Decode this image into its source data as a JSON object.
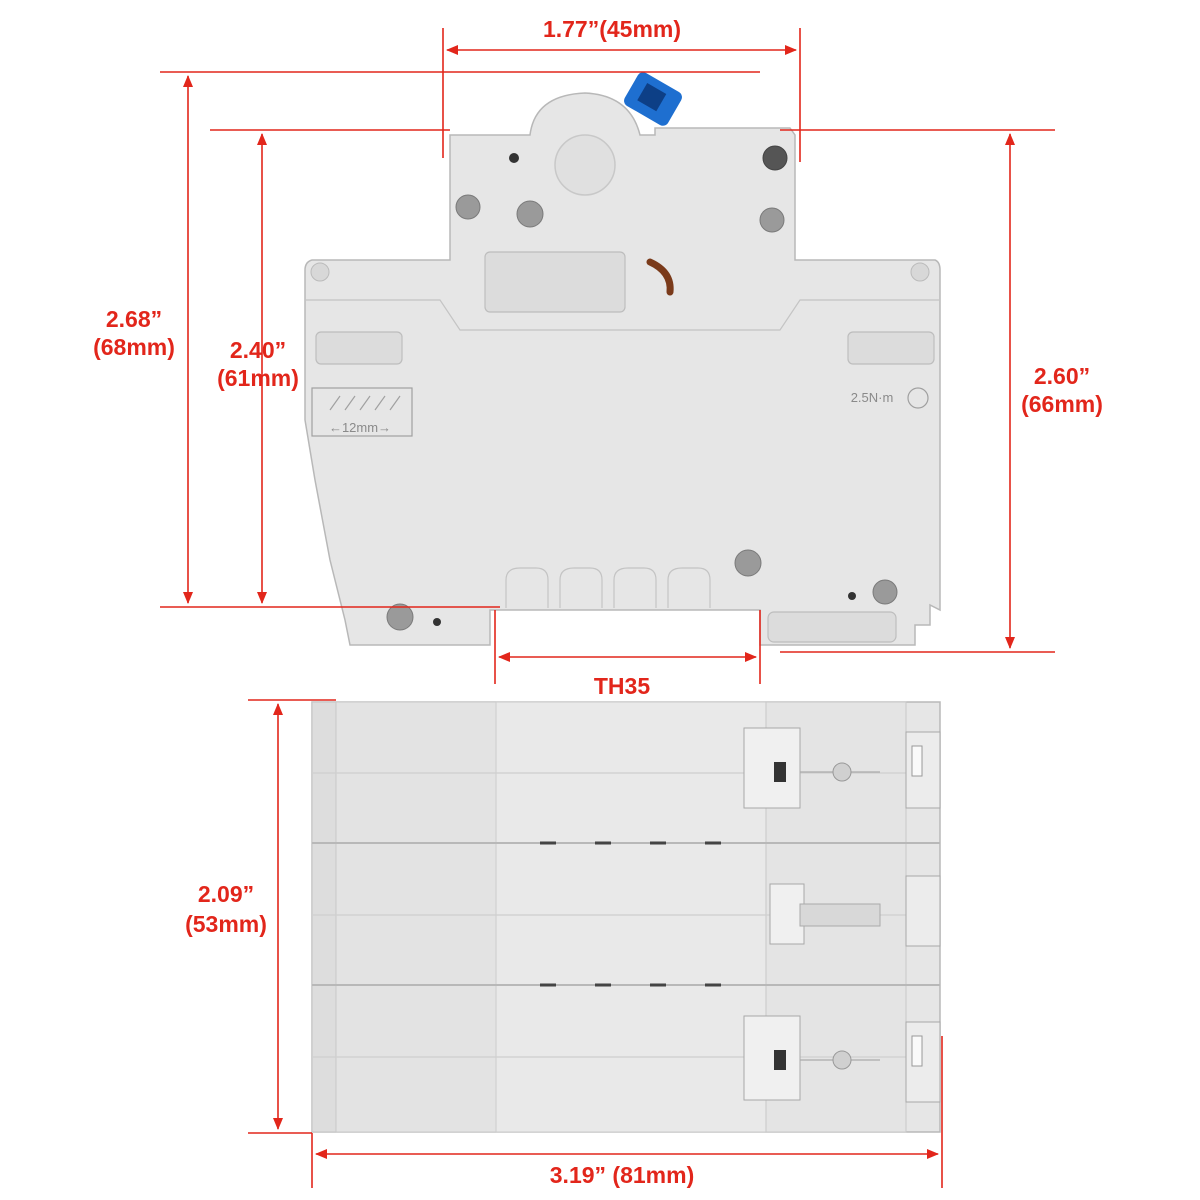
{
  "front_view": {
    "width_label": "1.77”(45mm)",
    "total_height_label_in": "2.68”",
    "total_height_label_mm": "(68mm)",
    "inner_height_label_in": "2.40”",
    "inner_height_label_mm": "(61mm)",
    "right_height_label_in": "2.60”",
    "right_height_label_mm": "(66mm)",
    "rail_label": "TH35",
    "strip_label": "←12mm→",
    "torque_label": "2.5N·m"
  },
  "side_view": {
    "height_label_in": "2.09”",
    "height_label_mm": "(53mm)",
    "depth_label": "3.19” (81mm)"
  },
  "colors": {
    "dimension": "#e2261b",
    "body": "#e6e6e6",
    "toggle": "#1e6fd0"
  }
}
